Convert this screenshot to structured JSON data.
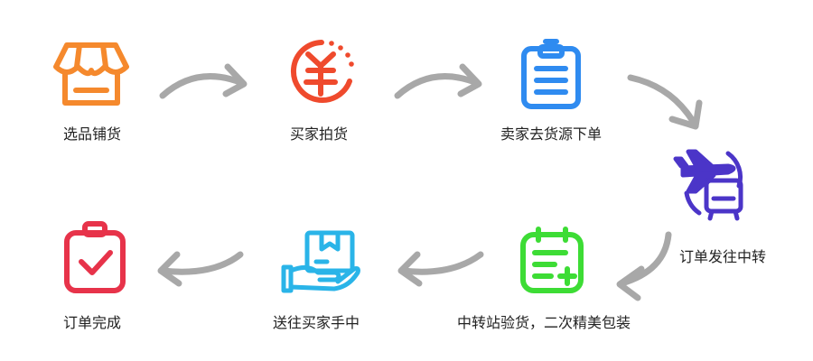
{
  "flow": {
    "steps": [
      {
        "id": "select-products",
        "label": "选品铺货",
        "icon": "storefront-icon",
        "color": "#f5892d"
      },
      {
        "id": "buyer-purchase",
        "label": "买家拍货",
        "icon": "yuan-coin-icon",
        "color": "#ef4a2d"
      },
      {
        "id": "seller-order",
        "label": "卖家去货源下单",
        "icon": "clipboard-list-icon",
        "color": "#2f8bf0"
      },
      {
        "id": "order-transit",
        "label": "订单发往中转",
        "icon": "plane-truck-icon",
        "color": "#4b35c8"
      },
      {
        "id": "transit-inspect",
        "label": "中转站验货，二次精美包装",
        "icon": "package-check-icon",
        "color": "#3ddc35"
      },
      {
        "id": "deliver-buyer",
        "label": "送往买家手中",
        "icon": "hand-box-icon",
        "color": "#2ab4e8"
      },
      {
        "id": "order-complete",
        "label": "订单完成",
        "icon": "clipboard-check-icon",
        "color": "#e7334a"
      }
    ],
    "arrow_color": "#a8a8a8"
  }
}
